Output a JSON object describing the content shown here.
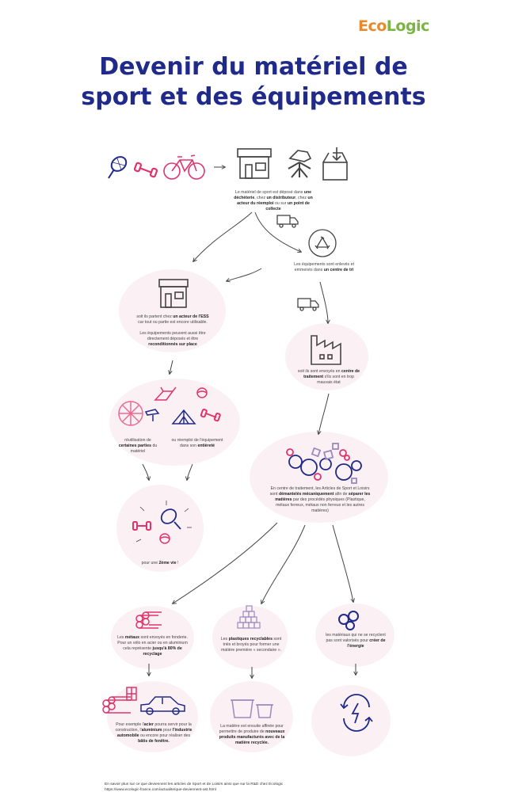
{
  "brand": {
    "logo_part1": "Eco",
    "logo_part2": "Logic"
  },
  "title": {
    "line1": "Devenir du matériel de",
    "line2": "sport et des équipements"
  },
  "steps": {
    "deposit": {
      "t1": "Le matériel de sport est déposé dans ",
      "b1": "une déchèterie",
      "t2": ", chez ",
      "b2": "un distributeur",
      "t3": ", chez ",
      "b3": "un acteur du réemploi",
      "t4": " ou sur ",
      "b4": "un point de collecte"
    },
    "sorting": {
      "t1": "Les équipements sont enlevés et emmenés dans ",
      "b1": "un centre de tri"
    },
    "ess": {
      "t1": "soit ils partent chez ",
      "b1": "un acteur de l'ESS",
      "t2": " car tout ou partie est encore utilisable.",
      "t3": "Les équipements peuvent aussi être directement déposés et être ",
      "b2": "reconditionnés sur place"
    },
    "treatment": {
      "t1": "soit ils sont envoyés en ",
      "b1": "centre de traitement",
      "t2": " s'ils sont en trop mauvais état"
    },
    "reuse_parts": {
      "t1": "réutilisation de ",
      "b1": "certaines parties",
      "t2": " du matériel"
    },
    "reuse_whole": {
      "t1": "ou réemploi de l'équipement dans son ",
      "b1": "entièreté"
    },
    "second_life": {
      "t1": "pour une ",
      "b1": "2ème vie",
      "t2": " !"
    },
    "dismantle": {
      "t1": "En centre de traitement, les Articles de Sport et Loisirs sont ",
      "b1": "démantelés mécaniquement",
      "t2": " afin de ",
      "b2": "séparer les matières",
      "t3": " par des procédés physiques (Plastique, métaux ferreux, métaux non ferreux et les autres matières)"
    },
    "metals": {
      "t1": "Les ",
      "b1": "métaux",
      "t2": " sont envoyés en fonderie. Pour un vélo en acier ou en aluminium cela représente ",
      "b2": "jusqu'à 80% de recyclage"
    },
    "plastics": {
      "t1": "Les ",
      "b1": "plastiques recyclables",
      "t2": " sont triés et broyés pour former une matière première « secondaire »."
    },
    "energy": {
      "t1": "les matériaux qui ne se recyclent pas sont valorisés pour ",
      "b1": "créer de l'énergie"
    },
    "steel": {
      "t1": "Pour exemple l'",
      "b1": "acier",
      "t2": " pourra servir pour la construction, l'",
      "b2": "aluminium",
      "t3": " pour ",
      "b3": "l'industrie automobile",
      "t4": " ou encore pour réaliser des ",
      "b4": "bâtis de fenêtre."
    },
    "plastic_products": {
      "t1": "La matière est ensuite affinée pour permettre de produire de ",
      "b1": "nouveaux produits manufacturés avec de la matière recyclée."
    }
  },
  "footer": {
    "line1": "En savoir plus sur ce que deviennent les articles de Sport et de Loisirs ainsi que sur la R&D chez Ecologic",
    "line2": "https://www.ecologic-france.com/actualite/que-deviennent-ast.html"
  },
  "colors": {
    "navy": "#1f2a8a",
    "pink": "#e2336b",
    "blob": "#fbf1f5",
    "logo_orange": "#e8892b",
    "logo_green": "#7bb443"
  }
}
